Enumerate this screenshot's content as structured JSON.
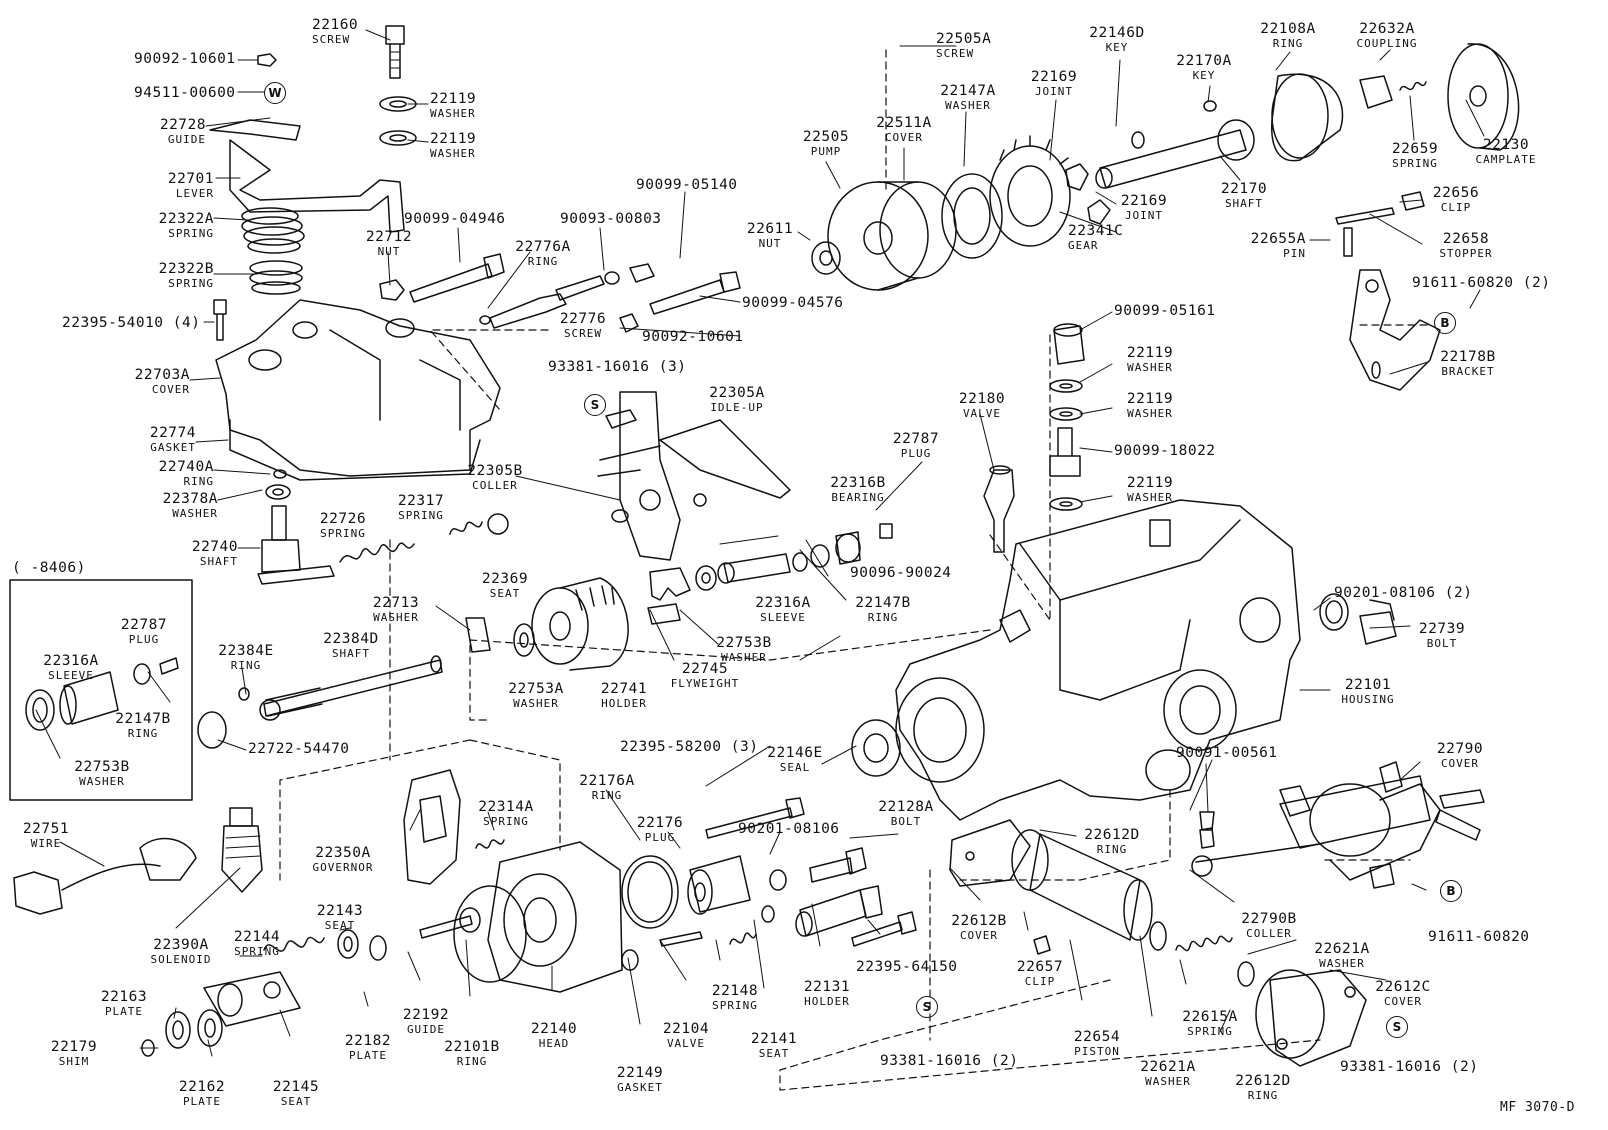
{
  "diagram": {
    "footer_code": "MF 3070-D",
    "inset_label": "(      -8406)",
    "symbols": {
      "w": "W",
      "s": "S",
      "b": "B"
    },
    "parts": [
      {
        "pn": "22160",
        "name": "SCREW"
      },
      {
        "pn": "90092-10601",
        "name": ""
      },
      {
        "pn": "94511-00600",
        "name": ""
      },
      {
        "pn": "22119",
        "name": "WASHER"
      },
      {
        "pn": "22119",
        "name": "WASHER"
      },
      {
        "pn": "22728",
        "name": "GUIDE"
      },
      {
        "pn": "22701",
        "name": "LEVER"
      },
      {
        "pn": "22322A",
        "name": "SPRING"
      },
      {
        "pn": "22322B",
        "name": "SPRING"
      },
      {
        "pn": "22712",
        "name": "NUT"
      },
      {
        "pn": "90099-04946",
        "name": ""
      },
      {
        "pn": "90093-00803",
        "name": ""
      },
      {
        "pn": "90099-05140",
        "name": ""
      },
      {
        "pn": "22776A",
        "name": "RING"
      },
      {
        "pn": "22776",
        "name": "SCREW"
      },
      {
        "pn": "90099-04576",
        "name": ""
      },
      {
        "pn": "90092-10601",
        "name": ""
      },
      {
        "pn": "22395-54010 (4)",
        "name": ""
      },
      {
        "pn": "22703A",
        "name": "COVER"
      },
      {
        "pn": "22774",
        "name": "GASKET"
      },
      {
        "pn": "22740A",
        "name": "RING"
      },
      {
        "pn": "22378A",
        "name": "WASHER"
      },
      {
        "pn": "22740",
        "name": "SHAFT"
      },
      {
        "pn": "22726",
        "name": "SPRING"
      },
      {
        "pn": "22317",
        "name": "SPRING"
      },
      {
        "pn": "22369",
        "name": "SEAT"
      },
      {
        "pn": "22713",
        "name": "WASHER"
      },
      {
        "pn": "22384E",
        "name": "RING"
      },
      {
        "pn": "22384D",
        "name": "SHAFT"
      },
      {
        "pn": "22722-54470",
        "name": ""
      },
      {
        "pn": "22787",
        "name": "PLUG"
      },
      {
        "pn": "22316A",
        "name": "SLEEVE"
      },
      {
        "pn": "22147B",
        "name": "RING"
      },
      {
        "pn": "22753B",
        "name": "WASHER"
      },
      {
        "pn": "93381-16016 (3)",
        "name": ""
      },
      {
        "pn": "22305A",
        "name": "IDLE-UP"
      },
      {
        "pn": "22305B",
        "name": "COLLER"
      },
      {
        "pn": "22753A",
        "name": "WASHER"
      },
      {
        "pn": "22741",
        "name": "HOLDER"
      },
      {
        "pn": "22745",
        "name": "FLYWEIGHT"
      },
      {
        "pn": "22753B",
        "name": "WASHER"
      },
      {
        "pn": "22316A",
        "name": "SLEEVE"
      },
      {
        "pn": "22147B",
        "name": "RING"
      },
      {
        "pn": "22316B",
        "name": "BEARING"
      },
      {
        "pn": "22787",
        "name": "PLUG"
      },
      {
        "pn": "90096-90024",
        "name": ""
      },
      {
        "pn": "22505A",
        "name": "SCREW"
      },
      {
        "pn": "22511A",
        "name": "COVER"
      },
      {
        "pn": "22505",
        "name": "PUMP"
      },
      {
        "pn": "22611",
        "name": "NUT"
      },
      {
        "pn": "22147A",
        "name": "WASHER"
      },
      {
        "pn": "22146D",
        "name": "KEY"
      },
      {
        "pn": "22169",
        "name": "JOINT"
      },
      {
        "pn": "22169",
        "name": "JOINT"
      },
      {
        "pn": "22341C",
        "name": "GEAR"
      },
      {
        "pn": "22170A",
        "name": "KEY"
      },
      {
        "pn": "22108A",
        "name": "RING"
      },
      {
        "pn": "22632A",
        "name": "COUPLING"
      },
      {
        "pn": "22659",
        "name": "SPRING"
      },
      {
        "pn": "22130",
        "name": "CAMPLATE"
      },
      {
        "pn": "22170",
        "name": "SHAFT"
      },
      {
        "pn": "22656",
        "name": "CLIP"
      },
      {
        "pn": "22655A",
        "name": "PIN"
      },
      {
        "pn": "22658",
        "name": "STOPPER"
      },
      {
        "pn": "91611-60820 (2)",
        "name": ""
      },
      {
        "pn": "22178B",
        "name": "BRACKET"
      },
      {
        "pn": "90099-05161",
        "name": ""
      },
      {
        "pn": "22119",
        "name": "WASHER"
      },
      {
        "pn": "22119",
        "name": "WASHER"
      },
      {
        "pn": "90099-18022",
        "name": ""
      },
      {
        "pn": "22119",
        "name": "WASHER"
      },
      {
        "pn": "22180",
        "name": "VALVE"
      },
      {
        "pn": "90201-08106 (2)",
        "name": ""
      },
      {
        "pn": "22739",
        "name": "BOLT"
      },
      {
        "pn": "22101",
        "name": "HOUSING"
      },
      {
        "pn": "22395-58200 (3)",
        "name": ""
      },
      {
        "pn": "22146E",
        "name": "SEAL"
      },
      {
        "pn": "22176A",
        "name": "RING"
      },
      {
        "pn": "22176",
        "name": "PLUG"
      },
      {
        "pn": "90201-08106",
        "name": ""
      },
      {
        "pn": "22128A",
        "name": "BOLT"
      },
      {
        "pn": "22612D",
        "name": "RING"
      },
      {
        "pn": "90091-00561",
        "name": ""
      },
      {
        "pn": "22790",
        "name": "COVER"
      },
      {
        "pn": "22751",
        "name": "WIRE"
      },
      {
        "pn": "22350A",
        "name": "GOVERNOR"
      },
      {
        "pn": "22314A",
        "name": "SPRING"
      },
      {
        "pn": "22390A",
        "name": "SOLENOID"
      },
      {
        "pn": "22143",
        "name": "SEAT"
      },
      {
        "pn": "22144",
        "name": "SPRING"
      },
      {
        "pn": "22163",
        "name": "PLATE"
      },
      {
        "pn": "22179",
        "name": "SHIM"
      },
      {
        "pn": "22162",
        "name": "PLATE"
      },
      {
        "pn": "22145",
        "name": "SEAT"
      },
      {
        "pn": "22182",
        "name": "PLATE"
      },
      {
        "pn": "22192",
        "name": "GUIDE"
      },
      {
        "pn": "22101B",
        "name": "RING"
      },
      {
        "pn": "22140",
        "name": "HEAD"
      },
      {
        "pn": "22149",
        "name": "GASKET"
      },
      {
        "pn": "22104",
        "name": "VALVE"
      },
      {
        "pn": "22148",
        "name": "SPRING"
      },
      {
        "pn": "22141",
        "name": "SEAT"
      },
      {
        "pn": "22131",
        "name": "HOLDER"
      },
      {
        "pn": "22395-64150",
        "name": ""
      },
      {
        "pn": "22612B",
        "name": "COVER"
      },
      {
        "pn": "22657",
        "name": "CLIP"
      },
      {
        "pn": "22654",
        "name": "PISTON"
      },
      {
        "pn": "93381-16016 (2)",
        "name": ""
      },
      {
        "pn": "22621A",
        "name": "WASHER"
      },
      {
        "pn": "22615A",
        "name": "SPRING"
      },
      {
        "pn": "22621A",
        "name": "WASHER"
      },
      {
        "pn": "22612D",
        "name": "RING"
      },
      {
        "pn": "22612C",
        "name": "COVER"
      },
      {
        "pn": "93381-16016 (2)",
        "name": ""
      },
      {
        "pn": "22790B",
        "name": "COLLER"
      },
      {
        "pn": "91611-60820",
        "name": ""
      }
    ]
  }
}
